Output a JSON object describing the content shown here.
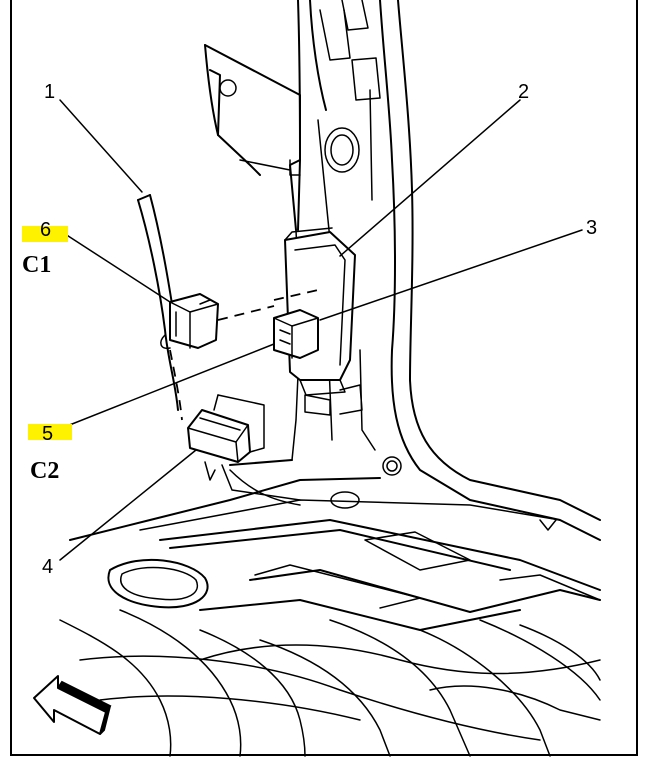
{
  "callouts": {
    "c1": "1",
    "c2": "2",
    "c3": "3",
    "c4": "4",
    "c5": "5",
    "c6": "6"
  },
  "connectors": {
    "c1_label": "C1",
    "c2_label": "C2"
  },
  "colors": {
    "highlight": "#fff200",
    "line": "#000000",
    "background": "#ffffff"
  },
  "icons": {
    "direction_arrow": "front-direction-arrow-icon"
  }
}
